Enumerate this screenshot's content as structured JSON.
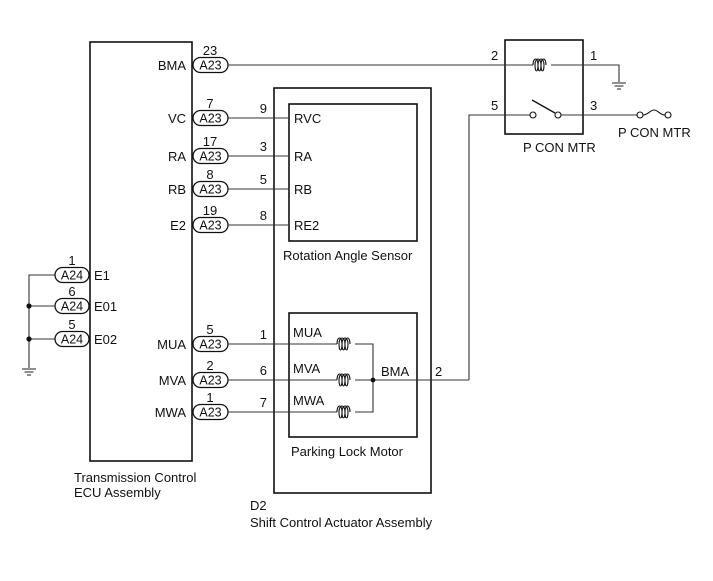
{
  "ecu": {
    "title_line1": "Transmission Control",
    "title_line2": "ECU Assembly",
    "right_pins": [
      {
        "name": "BMA",
        "connector": "A23",
        "pin": "23"
      },
      {
        "name": "VC",
        "connector": "A23",
        "pin": "7"
      },
      {
        "name": "RA",
        "connector": "A23",
        "pin": "17"
      },
      {
        "name": "RB",
        "connector": "A23",
        "pin": "8"
      },
      {
        "name": "E2",
        "connector": "A23",
        "pin": "19"
      },
      {
        "name": "MUA",
        "connector": "A23",
        "pin": "5"
      },
      {
        "name": "MVA",
        "connector": "A23",
        "pin": "2"
      },
      {
        "name": "MWA",
        "connector": "A23",
        "pin": "1"
      }
    ],
    "left_pins": [
      {
        "name": "E1",
        "connector": "A24",
        "pin": "1"
      },
      {
        "name": "E01",
        "connector": "A24",
        "pin": "6"
      },
      {
        "name": "E02",
        "connector": "A24",
        "pin": "5"
      }
    ]
  },
  "actuator": {
    "code": "D2",
    "title": "Shift Control Actuator Assembly",
    "sensor": {
      "title": "Rotation Angle Sensor",
      "pins": [
        {
          "name": "RVC",
          "pin": "9"
        },
        {
          "name": "RA",
          "pin": "3"
        },
        {
          "name": "RB",
          "pin": "5"
        },
        {
          "name": "RE2",
          "pin": "8"
        }
      ]
    },
    "motor": {
      "title": "Parking Lock Motor",
      "pins": [
        {
          "name": "MUA",
          "pin": "1"
        },
        {
          "name": "MVA",
          "pin": "6"
        },
        {
          "name": "MWA",
          "pin": "7"
        }
      ],
      "common_name": "BMA",
      "common_pin": "2"
    }
  },
  "relay": {
    "title": "P CON MTR",
    "pin_coil_in": "2",
    "pin_coil_gnd": "1",
    "pin_switch_in": "5",
    "pin_switch_out": "3"
  },
  "fuse": {
    "label": "P CON MTR"
  },
  "icons": {
    "ground": "ground-icon",
    "coil": "coil-icon",
    "fuse": "fuse-icon",
    "switch": "relay-switch-icon",
    "junction": "junction-dot-icon"
  }
}
